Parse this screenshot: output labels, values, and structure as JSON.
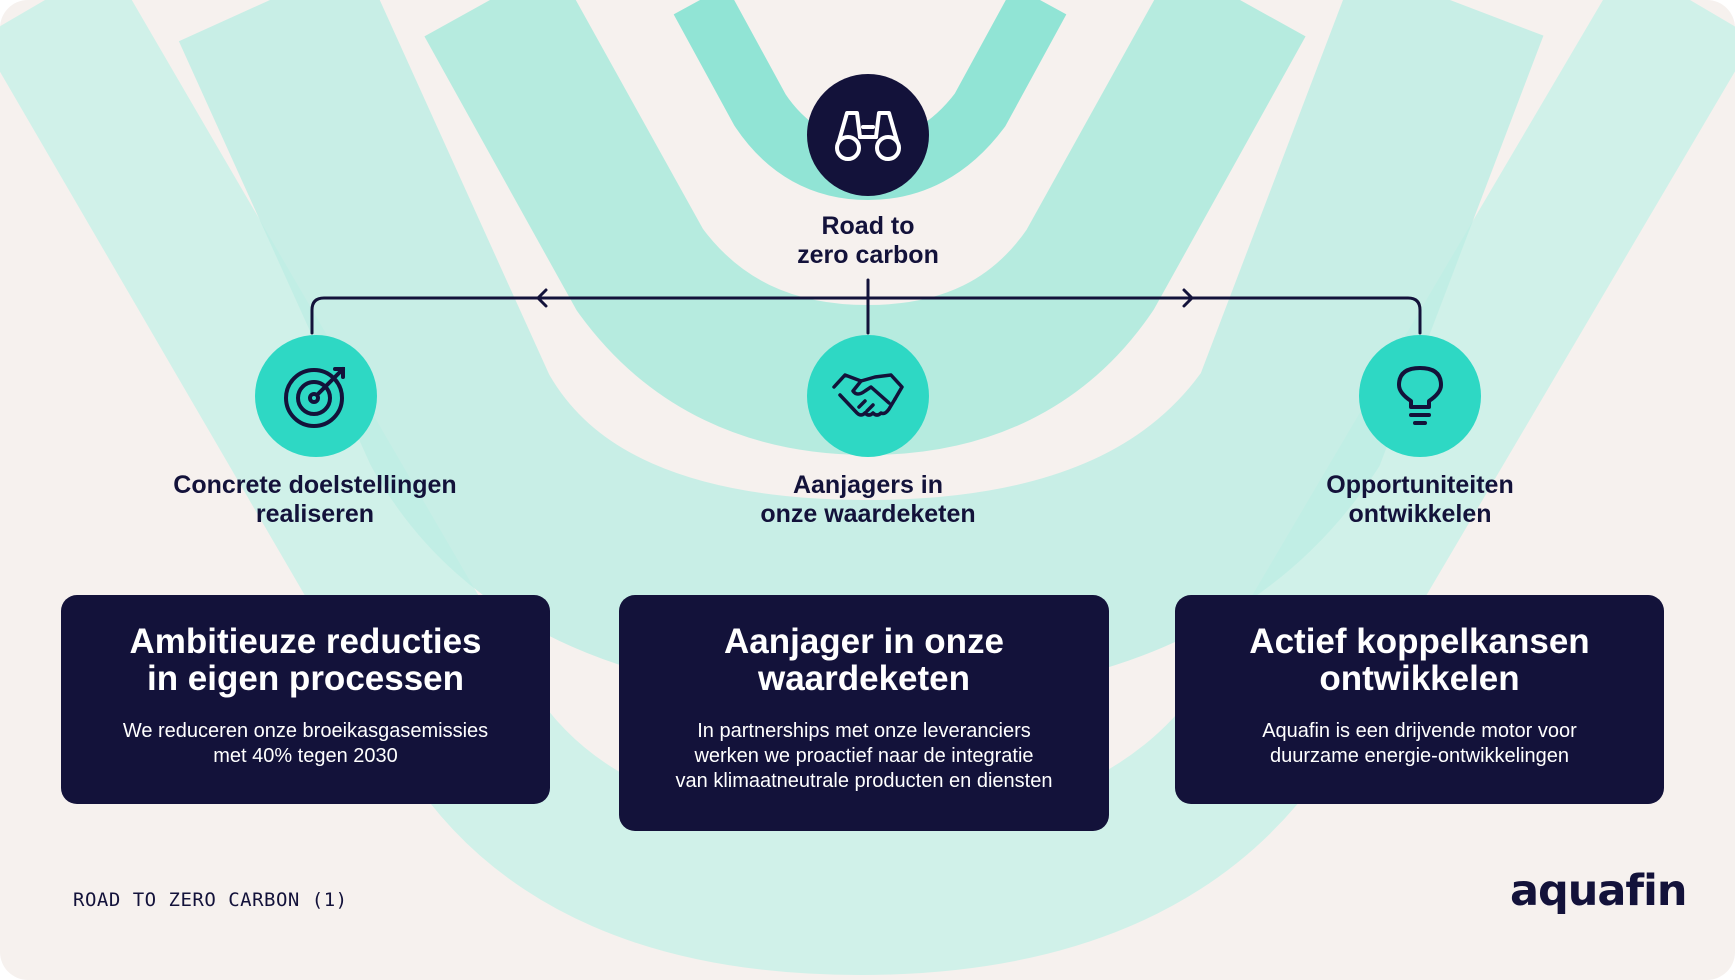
{
  "colors": {
    "background": "#f6f1ee",
    "navy": "#13123a",
    "teal": "#2ed8c4",
    "band": "#a5eadc"
  },
  "top": {
    "icon": "binoculars-icon",
    "label": "Road to\nzero carbon"
  },
  "pillars": [
    {
      "icon": "target-icon",
      "label": "Concrete doelstellingen\nrealiseren",
      "card_title": "Ambitieuze reducties\nin eigen processen",
      "card_text": "We reduceren onze broeikasgasemissies\nmet 40% tegen 2030"
    },
    {
      "icon": "handshake-icon",
      "label": "Aanjagers in\nonze waardeketen",
      "card_title": "Aanjager in onze\nwaardeketen",
      "card_text": "In partnerships met onze leveranciers\nwerken we proactief naar de integratie\nvan klimaatneutrale producten en diensten"
    },
    {
      "icon": "lightbulb-icon",
      "label": "Opportuniteiten\nontwikkelen",
      "card_title": "Actief koppelkansen\nontwikkelen",
      "card_text": "Aquafin is een drijvende motor voor\nduurzame energie-ontwikkelingen"
    }
  ],
  "footer": "ROAD TO ZERO CARBON (1)",
  "logo": "aquafin"
}
